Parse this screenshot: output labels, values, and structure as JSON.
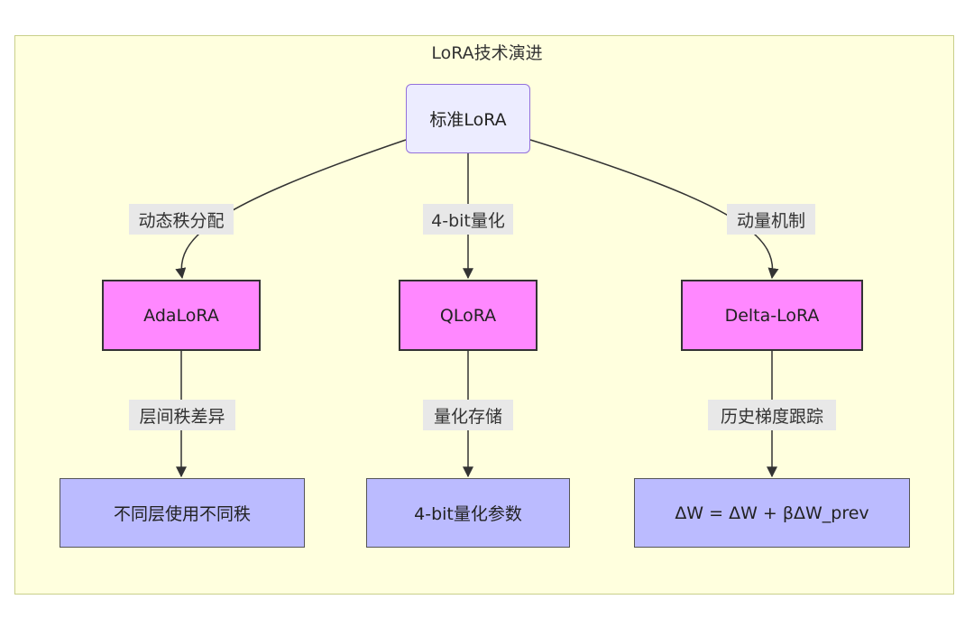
{
  "diagram": {
    "title": "LoRA技术演进",
    "root": {
      "label": "标准LoRA"
    },
    "branches": [
      {
        "edge_label": "动态秩分配",
        "method": "AdaLoRA",
        "detail_edge_label": "层间秩差异",
        "detail": "不同层使用不同秩"
      },
      {
        "edge_label": "4-bit量化",
        "method": "QLoRA",
        "detail_edge_label": "量化存储",
        "detail": "4-bit量化参数"
      },
      {
        "edge_label": "动量机制",
        "method": "Delta-LoRA",
        "detail_edge_label": "历史梯度跟踪",
        "detail": "ΔW = ΔW + βΔW_prev"
      }
    ]
  },
  "colors": {
    "background": "#ffffde",
    "root_fill": "#ececff",
    "method_fill": "#ff88ff",
    "detail_fill": "#bbbbff",
    "edge_label_fill": "#e8e8e8",
    "line": "#333333"
  }
}
